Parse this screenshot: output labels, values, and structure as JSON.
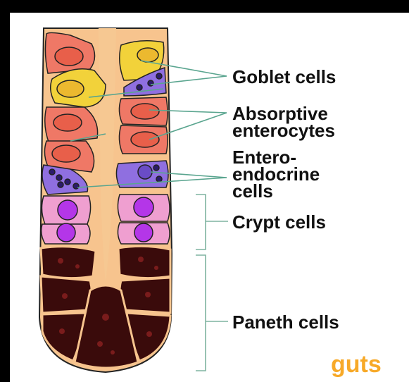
{
  "labels": {
    "goblet": "Goblet cells",
    "absorptive_1": "Absorptive",
    "absorptive_2": "enterocytes",
    "entero_1": "Entero-",
    "entero_2": "endocrine",
    "entero_3": "cells",
    "crypt": "Crypt cells",
    "paneth": "Paneth cells"
  },
  "watermark": "guts",
  "colors": {
    "background": "#000000",
    "panel": "#ffffff",
    "crypt_tissue": "#f7c48e",
    "goblet": "#f2d23a",
    "absorptive": "#ef7866",
    "enteroendocrine": "#8f6fe0",
    "crypt_cell": "#ef9fd0",
    "crypt_nucleus": "#b436e8",
    "paneth": "#3a0b0b",
    "leader_line": "#5aa58f",
    "bracket": "#7fb3a0",
    "watermark": "#f7a928"
  }
}
